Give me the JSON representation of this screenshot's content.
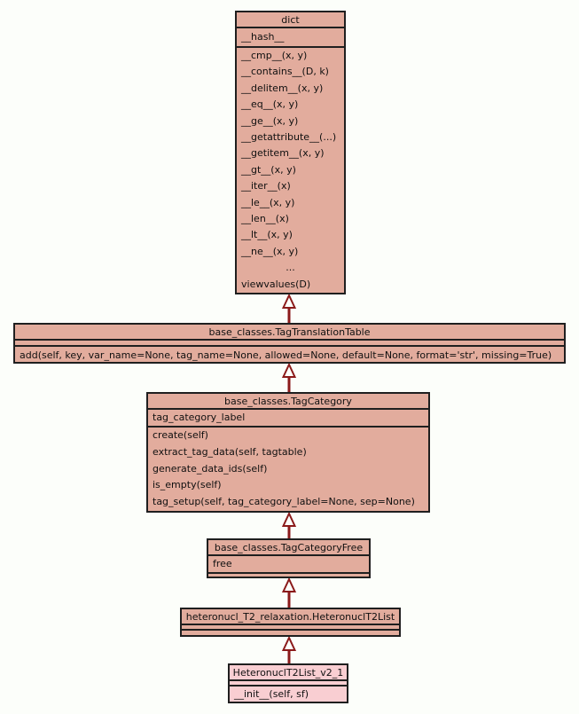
{
  "colors": {
    "page_bg": "#fcfefa",
    "node_fill": "#e2ac9d",
    "node_fill_highlight": "#f9ced2",
    "border_color": "#1f1f1f",
    "arrow_color": "#8b1a1a",
    "text_color": "#101010"
  },
  "diagram": {
    "type": "uml-class-inheritance",
    "arrowhead_style": "hollow-triangle-up"
  },
  "classes": [
    {
      "name": "dict",
      "attributes": [
        "__hash__"
      ],
      "methods": [
        "__cmp__(x, y)",
        "__contains__(D, k)",
        "__delitem__(x, y)",
        "__eq__(x, y)",
        "__ge__(x, y)",
        "__getattribute__(...)",
        "__getitem__(x, y)",
        "__gt__(x, y)",
        "__iter__(x)",
        "__le__(x, y)",
        "__len__(x)",
        "__lt__(x, y)",
        "__ne__(x, y)",
        "...",
        "viewvalues(D)"
      ]
    },
    {
      "name": "base_classes.TagTranslationTable",
      "attributes": [],
      "methods": [
        "add(self, key, var_name=None, tag_name=None, allowed=None, default=None, format='str', missing=True)"
      ]
    },
    {
      "name": "base_classes.TagCategory",
      "attributes": [
        "tag_category_label"
      ],
      "methods": [
        "create(self)",
        "extract_tag_data(self, tagtable)",
        "generate_data_ids(self)",
        "is_empty(self)",
        "tag_setup(self, tag_category_label=None, sep=None)"
      ]
    },
    {
      "name": "base_classes.TagCategoryFree",
      "attributes": [
        "free"
      ],
      "methods": []
    },
    {
      "name": "heteronucl_T2_relaxation.HeteronuclT2List",
      "attributes": [],
      "methods": []
    },
    {
      "name": "HeteronuclT2List_v2_1",
      "attributes": [],
      "methods": [
        "__init__(self, sf)"
      ]
    }
  ]
}
